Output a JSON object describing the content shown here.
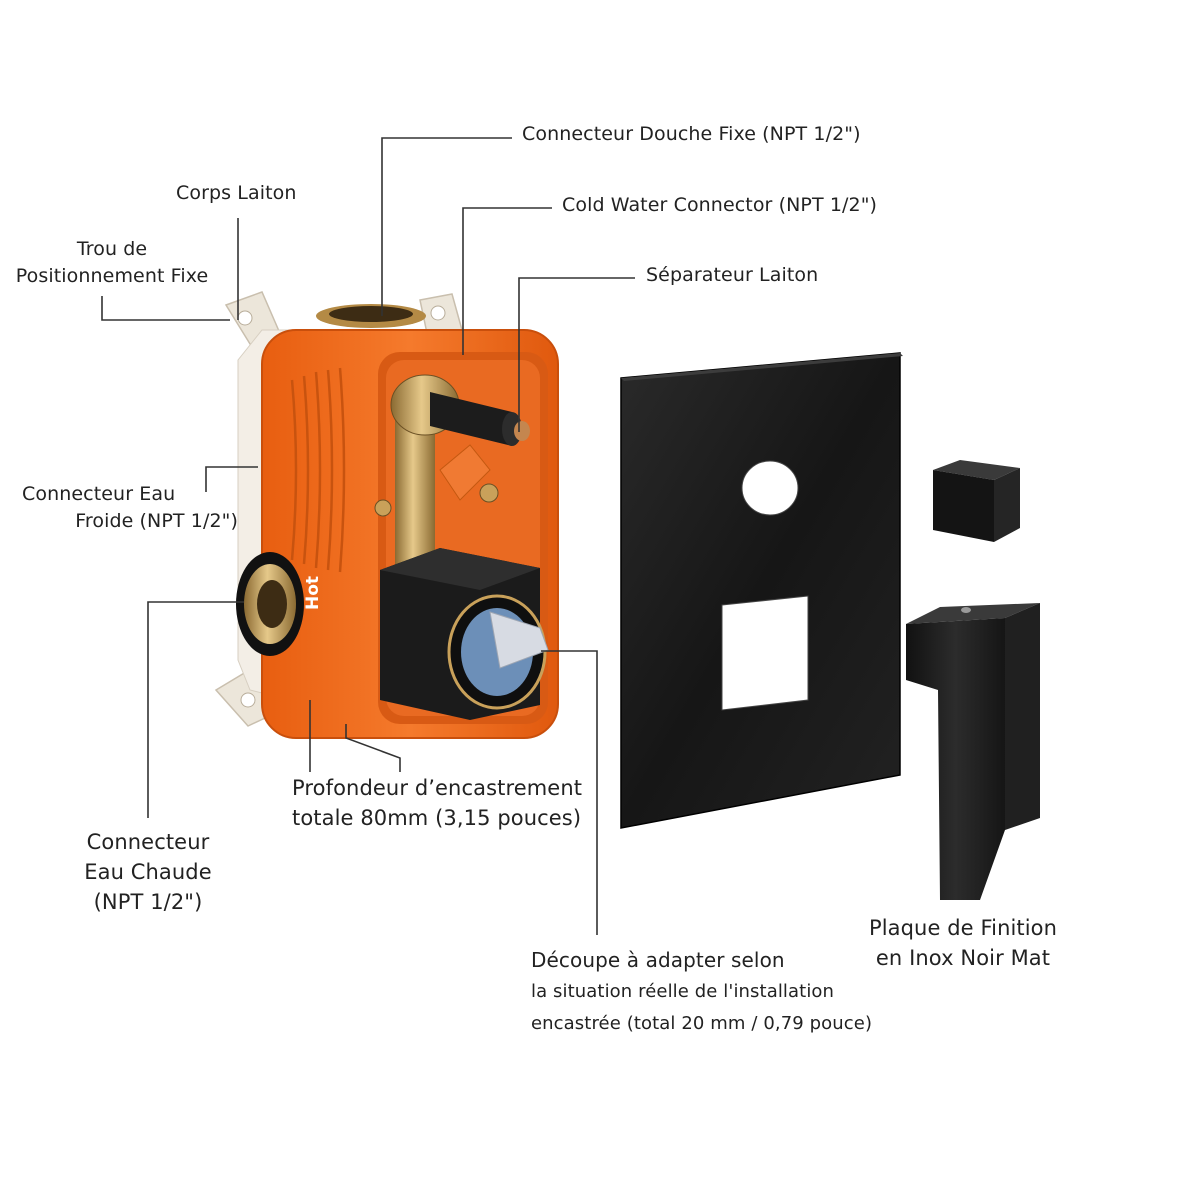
{
  "labels": {
    "douche_fixe": "Connecteur Douche Fixe (NPT 1/2\")",
    "cold_water": "Cold Water Connector (NPT 1/2\")",
    "separateur": "Séparateur Laiton",
    "corps_laiton": "Corps Laiton",
    "trou": [
      "Trou de",
      "Positionnement Fixe"
    ],
    "eau_froide": [
      "Connecteur Eau",
      "Froide (NPT 1/2\")"
    ],
    "eau_chaude": [
      "Connecteur",
      "Eau Chaude",
      "(NPT 1/2\")"
    ],
    "profondeur": [
      "Profondeur d’encastrement",
      "totale 80mm (3,15 pouces)"
    ],
    "plaque": [
      "Plaque de Finition",
      "en Inox Noir Mat"
    ],
    "decoupe": [
      "Découpe à adapter selon",
      "la situation réelle de l'installation",
      "encastrée (total 20 mm / 0,79 pouce)"
    ]
  },
  "box_print": "Hot",
  "colors": {
    "orange": "#f26a1b",
    "orange_dark": "#c94f0c",
    "brass": "#c9a15a",
    "black_plate": "#1c1c1c",
    "leader_line": "#333333",
    "bracket": "#ece6da"
  }
}
